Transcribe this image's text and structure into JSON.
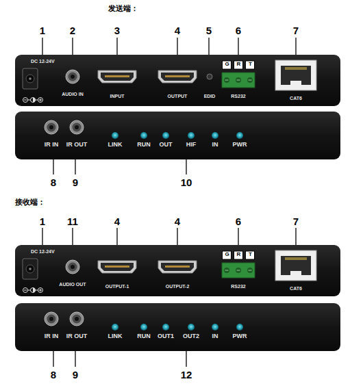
{
  "diagram": {
    "nodes": [
      {
        "text": [
          "DC 12-24V",
          "AUDIO IN",
          "INPUT",
          "OUTPUT",
          "EDID",
          "G",
          "R",
          "T",
          "RS232",
          "CAT6"
        ]
      },
      {
        "text": [
          "IR IN",
          "IR OUT",
          "LINK",
          "RUN",
          "OUT",
          "HIF",
          "IN",
          "PWR"
        ]
      },
      {
        "text": [
          "DC 12-24V",
          "AUDIO OUT",
          "OUTPUT-1",
          "OUTPUT-2",
          "G",
          "R",
          "T",
          "RS232",
          "CAT6"
        ]
      },
      {
        "text": [
          "IR IN",
          "IR OUT",
          "LINK",
          "RUN",
          "OUT1",
          "OUT2",
          "IN",
          "PWR"
        ]
      }
    ],
    "labels": [
      "发送端：",
      "1",
      "2",
      "3",
      "4",
      "5",
      "6",
      "7",
      "8",
      "9",
      "10",
      "接收端：",
      "1",
      "11",
      "4",
      "4",
      "6",
      "7",
      "8",
      "9",
      "12"
    ]
  }
}
